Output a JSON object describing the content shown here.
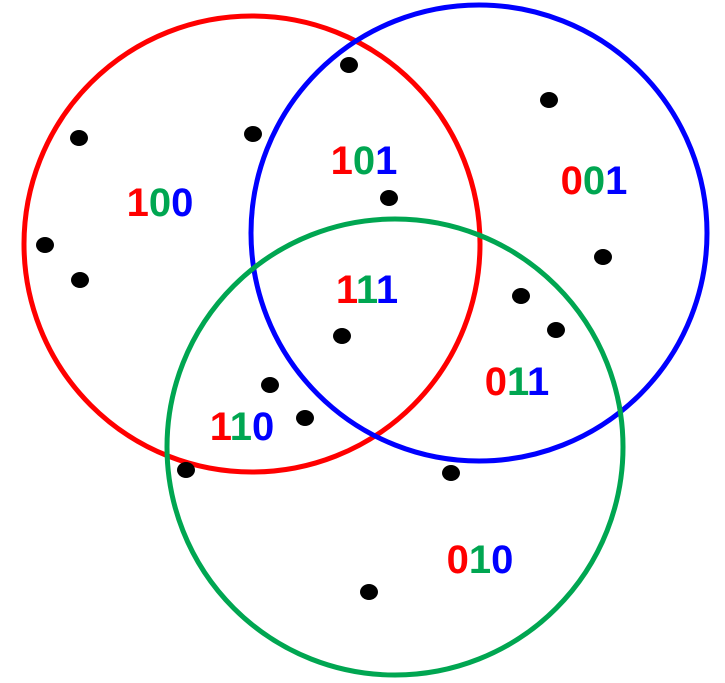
{
  "colors": {
    "red": "#ff0000",
    "green": "#00a651",
    "blue": "#0000ff",
    "dot": "#000000"
  },
  "circles": [
    {
      "name": "red-set",
      "color": "#ff0000"
    },
    {
      "name": "blue-set",
      "color": "#0000ff"
    },
    {
      "name": "green-set",
      "color": "#00a651"
    }
  ],
  "regions": [
    {
      "code": "100",
      "digits": [
        "1",
        "0",
        "0"
      ]
    },
    {
      "code": "101",
      "digits": [
        "1",
        "0",
        "1"
      ]
    },
    {
      "code": "001",
      "digits": [
        "0",
        "0",
        "1"
      ]
    },
    {
      "code": "111",
      "digits": [
        "1",
        "1",
        "1"
      ]
    },
    {
      "code": "011",
      "digits": [
        "0",
        "1",
        "1"
      ]
    },
    {
      "code": "110",
      "digits": [
        "1",
        "1",
        "0"
      ]
    },
    {
      "code": "010",
      "digits": [
        "0",
        "1",
        "0"
      ]
    }
  ]
}
